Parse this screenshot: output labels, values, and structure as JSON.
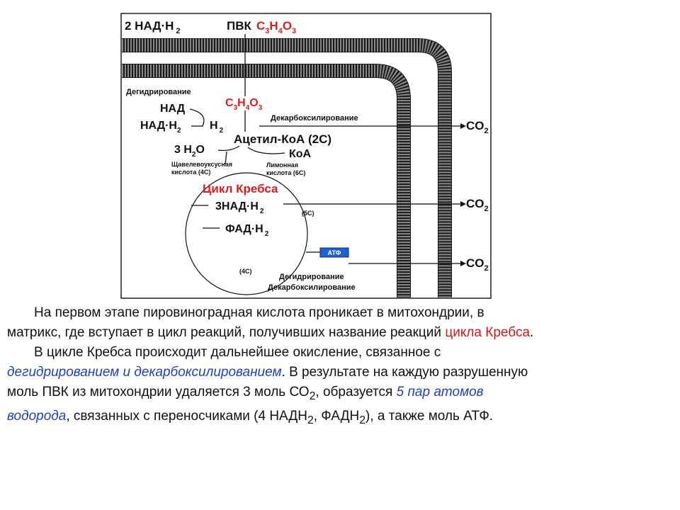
{
  "diagram": {
    "top": {
      "nadh2": "2 НАД·Н",
      "nadh2_sub": "2",
      "pvk": "ПВК",
      "formula_c": "C",
      "formula_c_sub": "3",
      "formula_h": "H",
      "formula_h_sub": "4",
      "formula_o": "O",
      "formula_o_sub": "3"
    },
    "dehydrogenation_top": "Дегидрирование",
    "nad": "НАД",
    "nadh2_left": "НАД·Н",
    "nadh2_left_sub": "2",
    "h2": "Н",
    "h2_sub": "2",
    "c3h4o3_inner": {
      "c": "C",
      "c_sub": "3",
      "h": "H",
      "h_sub": "4",
      "o": "O",
      "o_sub": "3"
    },
    "decarboxylation_top": "Декарбоксилирование",
    "acetyl_coa": "Ацетил-КоА (2С)",
    "coa": "КоА",
    "water": "3 Н",
    "water_sub": "2",
    "water_o": "О",
    "oxaloacetic": [
      "Щавелевоуксусная",
      "кислота (4С)"
    ],
    "citric": [
      "Лимонная",
      "кислота (6С)"
    ],
    "krebs_title": "Цикл Кребса",
    "nadh2_3": "3НАД·Н",
    "nadh2_3_sub": "2",
    "five_c": "(5С)",
    "fadh2": "ФАД·Н",
    "fadh2_sub": "2",
    "atp": "АТФ",
    "four_c": "(4С)",
    "dehydrogenation_bottom": "Дегидрирование",
    "decarboxylation_bottom": "Декарбоксилирование",
    "co2_labels": [
      {
        "co": "CO",
        "sub": "2"
      },
      {
        "co": "CO",
        "sub": "2"
      },
      {
        "co": "CO",
        "sub": "2"
      }
    ],
    "colors": {
      "red": "#e01b1b",
      "membrane": "#1a1a1a",
      "atp_box": "#1f5fd0"
    }
  },
  "text": {
    "p1_part1": "На первом этапе пировиноградная кислота проникает в митохондрии, в",
    "p1_part2": "матрикс, где вступает в цикл реакций, получивших название реакций ",
    "p1_red": "цикла Кребса",
    "p1_end": ".",
    "p2_part1": "В цикле Кребса происходит дальнейшее окисление, связанное с",
    "p2_italic": "дегидрированием и декарбоксилированием",
    "p2_part2": ". В результате на каждую разрушенную",
    "p2_part3": "моль ПВК из митохондрии удаляется 3 моль СО",
    "p2_sub1": "2",
    "p2_part4": ", образуется ",
    "p2_italic2a": "5 пар атомов",
    "p2_italic2b": "водорода",
    "p2_part5": ", связанных с переносчиками (4 НАДН",
    "p2_sub2": "2",
    "p2_part6": ", ФАДН",
    "p2_sub3": "2",
    "p2_part7": "), а также моль АТФ."
  }
}
